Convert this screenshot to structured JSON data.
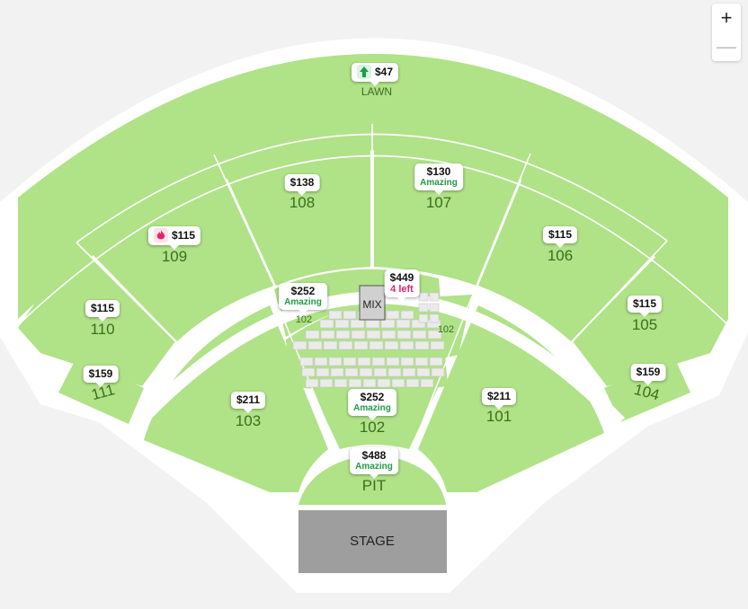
{
  "zoom": {
    "in_label": "+",
    "out_label": "—"
  },
  "venue": {
    "lawn_label": "LAWN",
    "stage_label": "STAGE",
    "mix_label": "MIX",
    "sections": {
      "s101": "101",
      "s102": "102",
      "s103": "103",
      "s104": "104",
      "s105": "105",
      "s106": "106",
      "s107": "107",
      "s108": "108",
      "s109": "109",
      "s110": "110",
      "s111": "111",
      "pit": "PIT",
      "s102_left": "102",
      "s102_right": "102"
    }
  },
  "pins": {
    "lawn": {
      "price": "$47",
      "icon": "deal-icon"
    },
    "s108": {
      "price": "$138"
    },
    "s107": {
      "price": "$130",
      "tag": "Amazing"
    },
    "s109": {
      "price": "$115",
      "icon": "fire-icon"
    },
    "s106": {
      "price": "$115"
    },
    "s110": {
      "price": "$115"
    },
    "s105": {
      "price": "$115"
    },
    "s111": {
      "price": "$159"
    },
    "s104": {
      "price": "$159"
    },
    "s102_left": {
      "price": "$252",
      "tag": "Amazing"
    },
    "center": {
      "price": "$449",
      "tag": "4 left"
    },
    "s103": {
      "price": "$211"
    },
    "s101": {
      "price": "$211"
    },
    "s102": {
      "price": "$252",
      "tag": "Amazing"
    },
    "pit": {
      "price": "$488",
      "tag": "Amazing"
    }
  },
  "colors": {
    "section": "#b0e287",
    "amazing": "#1f9a46",
    "scarcity": "#e0246f",
    "stage": "#9e9e9e"
  }
}
